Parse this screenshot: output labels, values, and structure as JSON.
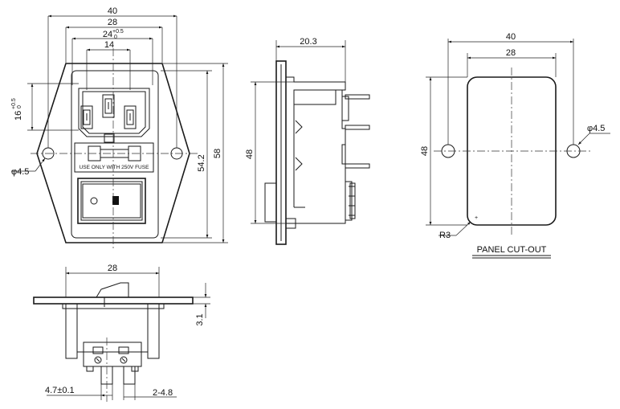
{
  "front_view": {
    "dim_overall_width": "40",
    "dim_flange_width": "28",
    "dim_inlet_width": "24",
    "dim_inlet_tol_upper": "+0.5",
    "dim_inlet_tol_lower": "0",
    "dim_pin_spacing": "14",
    "dim_inlet_height": "16",
    "dim_inlet_height_tol_upper": "+0.5",
    "dim_inlet_height_tol_lower": "0",
    "dim_body_height": "54.2",
    "dim_overall_height": "58",
    "dim_hole_dia": "φ4.5",
    "fuse_label": "USE ONLY WITH 250V FUSE"
  },
  "side_view": {
    "dim_depth": "20.3",
    "dim_height": "48"
  },
  "panel_cutout": {
    "dim_hole_pitch": "40",
    "dim_cutout_width": "28",
    "dim_cutout_height": "48",
    "dim_hole_dia": "φ4.5",
    "dim_corner_radius": "R3",
    "title": "PANEL CUT-OUT"
  },
  "bottom_view": {
    "dim_width": "28",
    "dim_flange_thickness": "3.1",
    "dim_terminal_pitch": "4.7±0.1",
    "dim_terminal_width": "2-4.8"
  }
}
